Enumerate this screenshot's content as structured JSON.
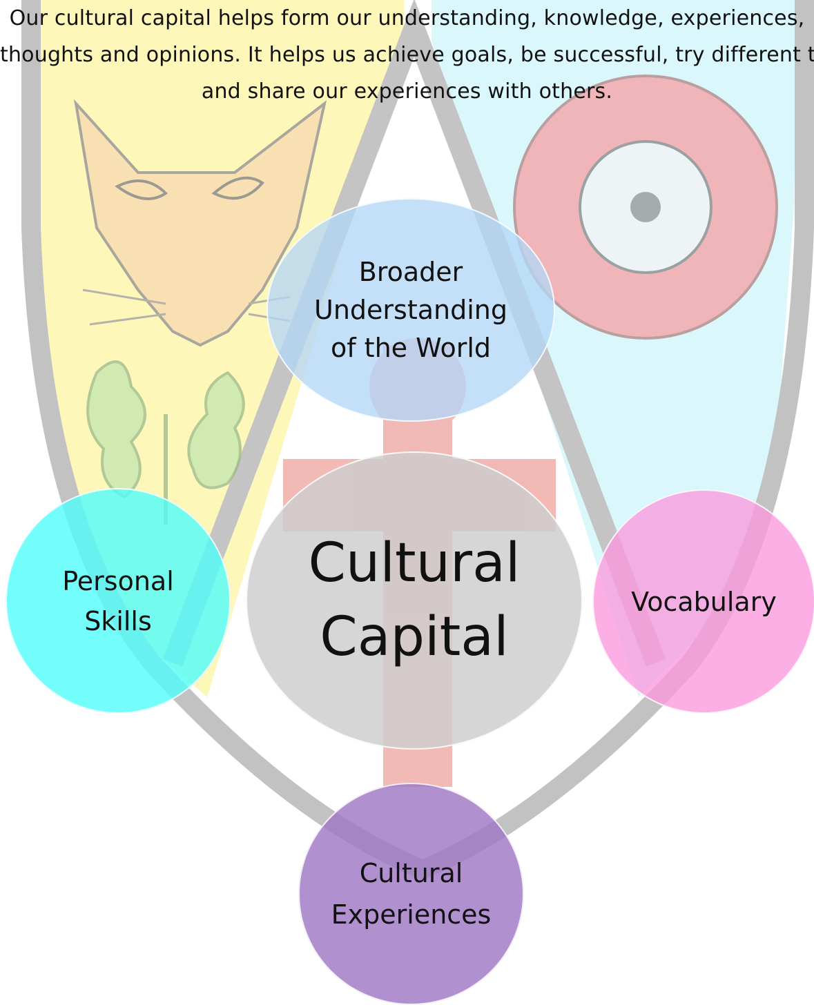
{
  "intro": {
    "lines": [
      "Our cultural capital helps form our understanding, knowledge, experiences,",
      "thoughts and opinions. It helps us achieve goals, be successful, try different thin",
      "and share our experiences with others."
    ]
  },
  "diagram": {
    "center": {
      "lines": [
        "Cultural",
        "Capital"
      ]
    },
    "nodes": {
      "broader_understanding": {
        "lines": [
          "Broader",
          "Understanding",
          "of the World"
        ]
      },
      "personal_skills": {
        "lines": [
          "Personal",
          "Skills"
        ]
      },
      "vocabulary": {
        "lines": [
          "Vocabulary"
        ]
      },
      "cultural_experiences": {
        "lines": [
          "Cultural",
          "Experiences"
        ]
      }
    }
  },
  "background": {
    "shield_outline_color": "#b9b9b9",
    "left_field_color": "#fdf6b3",
    "right_field_color": "#d6f7fb",
    "cross_color": "#f3b5b0",
    "fox_color": "#f9dcb1",
    "rose_color": "#f6a5a8",
    "thistle_color": "#b9e3a6"
  }
}
